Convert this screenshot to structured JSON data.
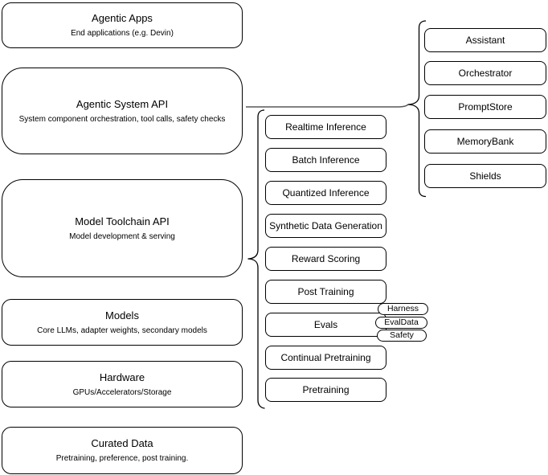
{
  "left_column": [
    {
      "title": "Agentic Apps",
      "subtitle": "End applications (e.g. Devin)"
    },
    {
      "title": "Agentic System API",
      "subtitle": "System component orchestration, tool calls, safety checks"
    },
    {
      "title": "Model Toolchain API",
      "subtitle": "Model development & serving"
    },
    {
      "title": "Models",
      "subtitle": "Core LLMs, adapter weights, secondary models"
    },
    {
      "title": "Hardware",
      "subtitle": "GPUs/Accelerators/Storage"
    },
    {
      "title": "Curated Data",
      "subtitle": "Pretraining, preference, post training."
    }
  ],
  "toolchain": [
    "Realtime Inference",
    "Batch Inference",
    "Quantized Inference",
    "Synthetic Data Generation",
    "Reward Scoring",
    "Post Training",
    "Evals",
    "Continual Pretraining",
    "Pretraining"
  ],
  "eval_tags": [
    "Harness",
    "EvalData",
    "Safety"
  ],
  "system_components": [
    "Assistant",
    "Orchestrator",
    "PromptStore",
    "MemoryBank",
    "Shields"
  ],
  "colors": {
    "background": "#ffffff",
    "box_fill": "#ffffff",
    "box_border": "#000000",
    "text": "#000000",
    "connector": "#595959"
  }
}
